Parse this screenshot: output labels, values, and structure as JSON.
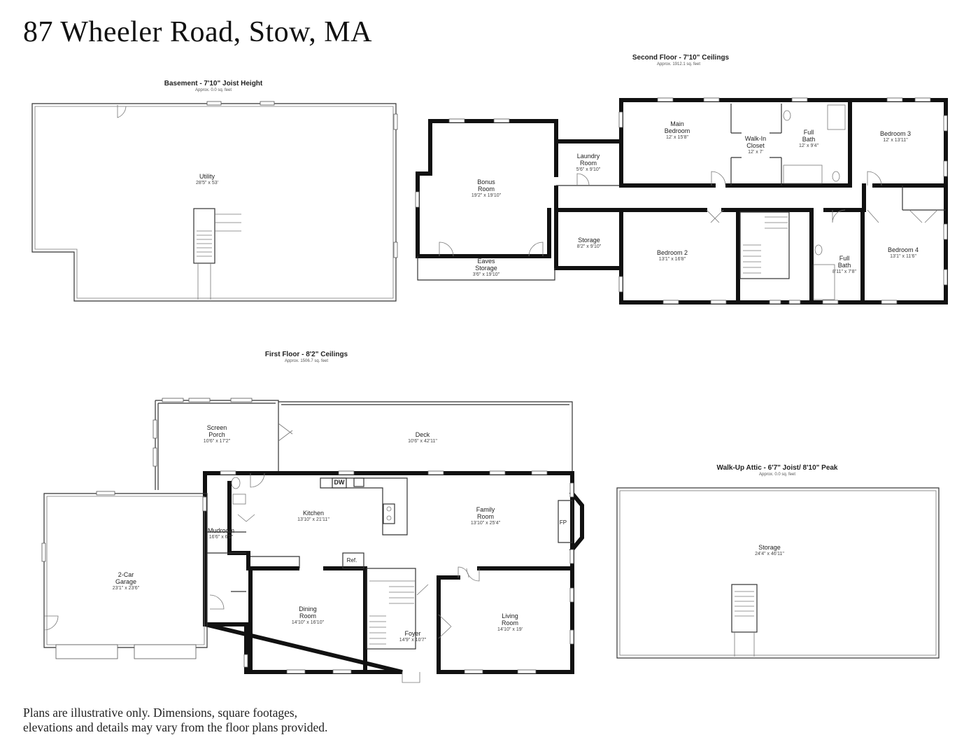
{
  "title": "87 Wheeler Road, Stow, MA",
  "disclaimer": [
    "Plans are illustrative only. Dimensions, square footages,",
    "elevations and details may vary from the floor plans provided."
  ],
  "floors": {
    "basement": {
      "header": "Basement - 7'10\" Joist Height",
      "area": "Approx. 0.0 sq. feet",
      "rooms": [
        {
          "name": "Utility",
          "dims": "28'5\" x 53'"
        }
      ]
    },
    "second": {
      "header": "Second Floor - 7'10\" Ceilings",
      "area": "Approx. 1912.1 sq. feet",
      "rooms": [
        {
          "name": "Bonus",
          "name2": "Room",
          "dims": "19'2\" x 19'10\""
        },
        {
          "name": "Eaves",
          "name2": "Storage",
          "dims": "3'6\" x 19'10\""
        },
        {
          "name": "Laundry",
          "name2": "Room",
          "dims": "5'6\" x 9'10\""
        },
        {
          "name": "Storage",
          "dims": "8'2\" x 9'10\""
        },
        {
          "name": "Main",
          "name2": "Bedroom",
          "dims": "12' x 15'8\""
        },
        {
          "name": "Walk-In",
          "name2": "Closet",
          "dims": "12' x 7'"
        },
        {
          "name": "Full",
          "name2": "Bath",
          "dims": "12' x 9'4\""
        },
        {
          "name": "Bedroom 3",
          "dims": "12' x 13'11\""
        },
        {
          "name": "Bedroom 2",
          "dims": "13'1\" x 16'8\""
        },
        {
          "name": "Full",
          "name2": "Bath",
          "dims": "8'11\" x 7'8\""
        },
        {
          "name": "Bedroom 4",
          "dims": "13'1\" x 11'6\""
        }
      ]
    },
    "first": {
      "header": "First Floor - 8'2\" Ceilings",
      "area": "Approx. 1506.7 sq. feet",
      "rooms": [
        {
          "name": "Screen",
          "name2": "Porch",
          "dims": "10'6\" x 17'2\""
        },
        {
          "name": "Deck",
          "dims": "10'6\" x 42'11\""
        },
        {
          "name": "Kitchen",
          "dims": "13'10\" x 21'11\""
        },
        {
          "name": "Family",
          "name2": "Room",
          "dims": "13'10\" x 25'4\""
        },
        {
          "name": "Mudroom",
          "dims": "16'6\" x 6'1\""
        },
        {
          "name": "2-Car",
          "name2": "Garage",
          "dims": "23'1\" x 23'6\""
        },
        {
          "name": "Dining",
          "name2": "Room",
          "dims": "14'10\" x 16'10\""
        },
        {
          "name": "Foyer",
          "dims": "14'9\" x 10'7\""
        },
        {
          "name": "Living",
          "name2": "Room",
          "dims": "14'10\" x 19'"
        }
      ],
      "fixtures": {
        "dw": "DW",
        "ref": "Ref.",
        "fp": "FP"
      }
    },
    "attic": {
      "header": "Walk-Up Attic - 6'7\" Joist/ 8'10\" Peak",
      "area": "Approx. 0.0 sq. feet",
      "rooms": [
        {
          "name": "Storage",
          "dims": "24'4\" x 46'11\""
        }
      ]
    }
  }
}
